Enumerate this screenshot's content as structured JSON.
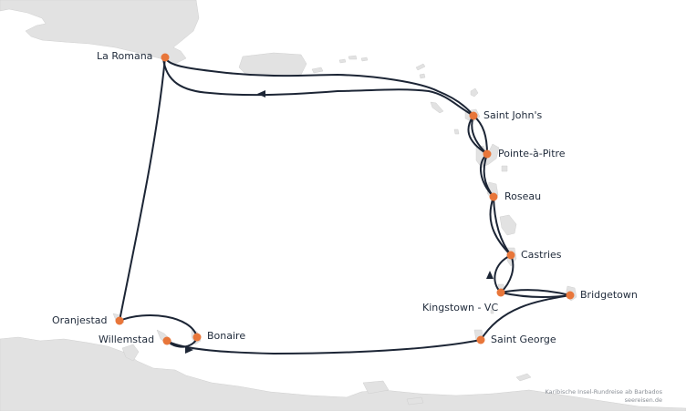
{
  "map": {
    "colors": {
      "sea": "#ffffff",
      "land": "#e2e2e2",
      "route": "#1c2535",
      "port": "#e8763a"
    },
    "ports": [
      {
        "id": "la-romana",
        "name": "La Romana"
      },
      {
        "id": "saint-johns",
        "name": "Saint John's"
      },
      {
        "id": "pointe-a-pitre",
        "name": "Pointe-à-Pitre"
      },
      {
        "id": "roseau",
        "name": "Roseau"
      },
      {
        "id": "castries",
        "name": "Castries"
      },
      {
        "id": "kingstown",
        "name": "Kingstown - VC"
      },
      {
        "id": "bridgetown",
        "name": "Bridgetown"
      },
      {
        "id": "saint-george",
        "name": "Saint George"
      },
      {
        "id": "bonaire",
        "name": "Bonaire"
      },
      {
        "id": "willemstad",
        "name": "Willemstad"
      },
      {
        "id": "oranjestad",
        "name": "Oranjestad"
      }
    ]
  },
  "credit": {
    "line1": "Karibische Insel-Rundreise ab Barbados",
    "line2": "seereisen.de"
  }
}
